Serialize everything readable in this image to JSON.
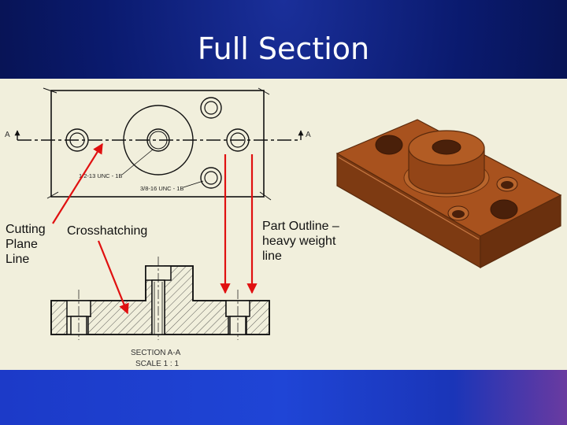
{
  "slide": {
    "title": "Full Section"
  },
  "labels": {
    "cutting_plane": "Cutting Plane Line",
    "crosshatching": "Crosshatching",
    "part_outline": "Part Outline – heavy weight line"
  },
  "drawing": {
    "section_letter_left": "A",
    "section_letter_right": "A",
    "thread_callout_small": "1/2-13 UNC - 1B",
    "thread_callout_large": "3/8-16 UNC - 1B",
    "section_title": "SECTION  A-A",
    "section_scale": "SCALE 1 : 1"
  },
  "colors": {
    "annotation_arrow": "#e01010",
    "part_fill": "#a8521e",
    "background_panel": "#f1efdc"
  }
}
